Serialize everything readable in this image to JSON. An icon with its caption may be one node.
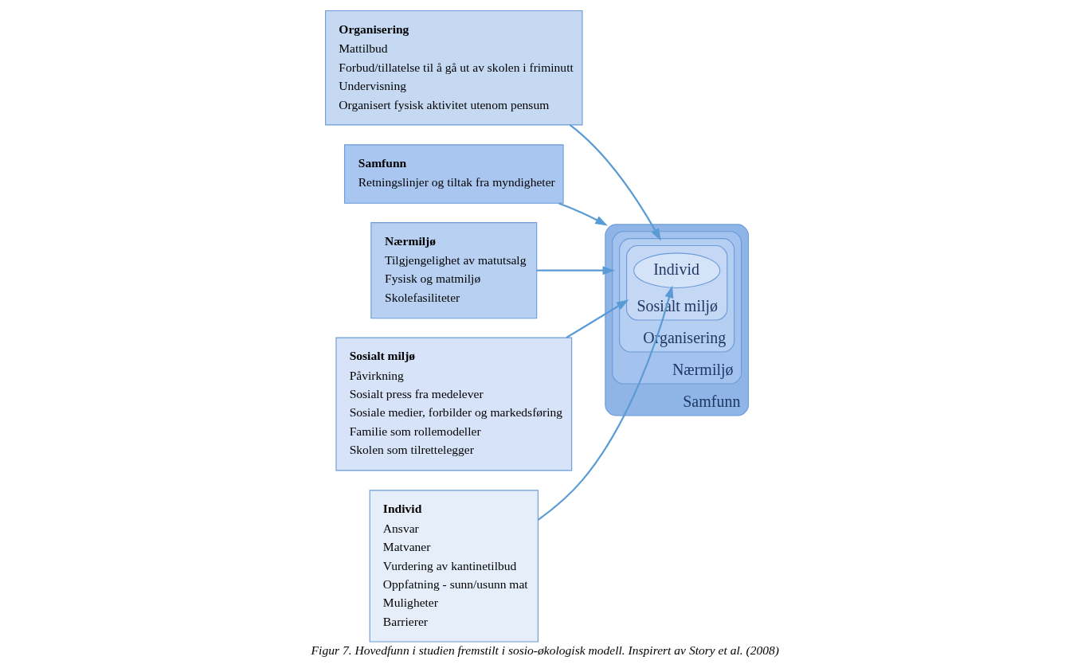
{
  "diagram": {
    "caption": "Figur 7. Hovedfunn i studien fremstilt i sosio-økologisk modell. Inspirert av Story et al. (2008)",
    "nodes": [
      {
        "text": [
          "Organisering",
          "Mattilbud",
          "Forbud/tillatelse til å gå ut av skolen i friminutt",
          "Undervisning",
          "Organisert fysisk aktivitet utenom pensum"
        ]
      },
      {
        "text": [
          "Samfunn"
        ]
      },
      {
        "text": [
          "Nærmiljø"
        ],
        "in": 1
      },
      {
        "text": [
          "Organisering"
        ],
        "in": 2
      },
      {
        "text": [
          "Sosialt miljø"
        ],
        "in": 3
      },
      {
        "text": [
          "Individ"
        ],
        "in": 4
      },
      {
        "text": [
          "Samfunn",
          "Retningslinjer og tiltak fra myndigheter"
        ]
      },
      {
        "text": [
          "Nærmiljø",
          "Tilgjengelighet av matutsalg",
          "Fysisk og matmiljø",
          "Skolefasiliteter"
        ]
      },
      {
        "text": [
          "Sosialt miljø",
          "Påvirkning",
          "Sosialt press fra medelever",
          "Sosiale medier, forbilder og markedsføring",
          "Familie som rollemodeller",
          "Skolen som tilrettelegger"
        ]
      },
      {
        "text": [
          "Individ",
          "Ansvar",
          "Matvaner",
          "Vurdering av kantinetilbud",
          "Oppfatning - sunn/usunn mat",
          "Muligheter",
          "Barrierer"
        ]
      }
    ],
    "edges": [
      {
        "from": 6,
        "to": 1,
        "arrow": "to"
      },
      {
        "from": 7,
        "to": 2,
        "arrow": "to"
      },
      {
        "from": 0,
        "to": 3,
        "arrow": "to"
      },
      {
        "from": 8,
        "to": 4,
        "arrow": "to"
      },
      {
        "from": 9,
        "to": 5,
        "arrow": "to"
      }
    ]
  }
}
